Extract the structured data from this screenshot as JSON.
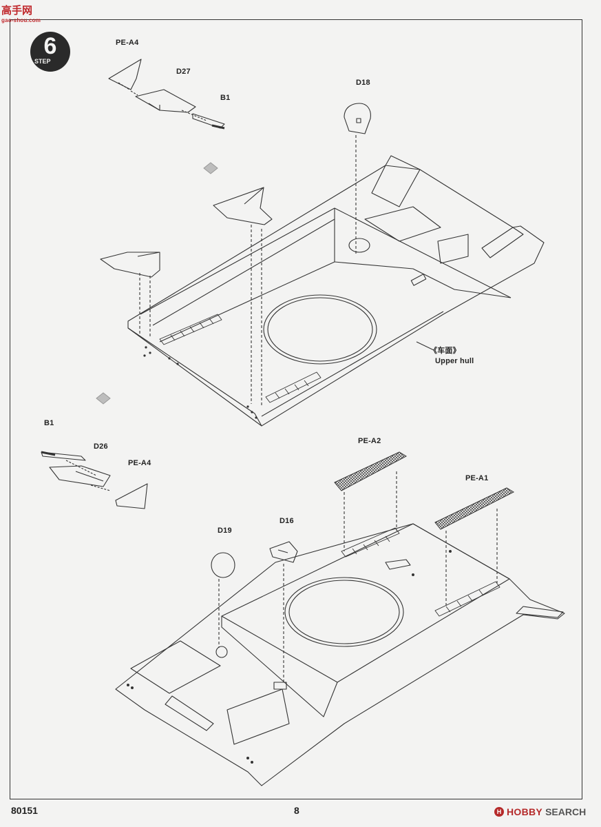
{
  "site_logo": {
    "chinese": "高手网",
    "url": "gao-shou.com"
  },
  "step": {
    "number": "6",
    "word": "STEP"
  },
  "callouts": {
    "pe_a4_top": "PE-A4",
    "d27": "D27",
    "b1_top": "B1",
    "d18": "D18",
    "upper_hull_cn": "《车面》",
    "upper_hull_en": "Upper hull",
    "b1_bottom": "B1",
    "d26": "D26",
    "pe_a4_bottom": "PE-A4",
    "pe_a2": "PE-A2",
    "pe_a1": "PE-A1",
    "d19": "D19",
    "d16": "D16"
  },
  "footer": {
    "kit_number": "80151",
    "page_number": "8",
    "watermark_mark": "H",
    "watermark_brand": "HOBBY",
    "watermark_search": "SEARCH"
  }
}
